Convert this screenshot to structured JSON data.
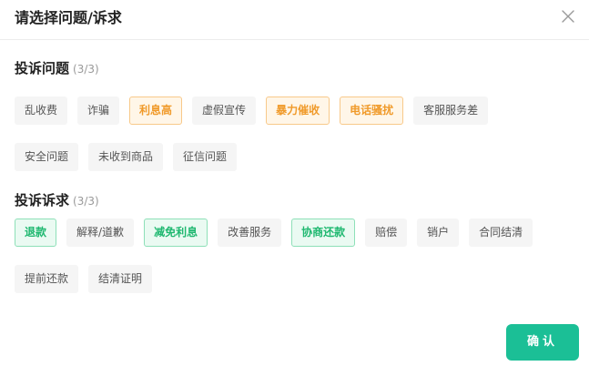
{
  "dialog": {
    "title": "请选择问题/诉求",
    "close_icon": "close-icon"
  },
  "issues": {
    "title": "投诉问题",
    "count": "(3/3)",
    "tags": [
      {
        "label": "乱收费",
        "selected": false
      },
      {
        "label": "诈骗",
        "selected": false
      },
      {
        "label": "利息高",
        "selected": true
      },
      {
        "label": "虚假宣传",
        "selected": false
      },
      {
        "label": "暴力催收",
        "selected": true
      },
      {
        "label": "电话骚扰",
        "selected": true
      },
      {
        "label": "客服服务差",
        "selected": false
      },
      {
        "label": "安全问题",
        "selected": false
      },
      {
        "label": "未收到商品",
        "selected": false
      },
      {
        "label": "征信问题",
        "selected": false
      }
    ]
  },
  "demands": {
    "title": "投诉诉求",
    "count": "(3/3)",
    "tags": [
      {
        "label": "退款",
        "selected": true
      },
      {
        "label": "解释/道歉",
        "selected": false
      },
      {
        "label": "减免利息",
        "selected": true
      },
      {
        "label": "改善服务",
        "selected": false
      },
      {
        "label": "协商还款",
        "selected": true
      },
      {
        "label": "赔偿",
        "selected": false
      },
      {
        "label": "销户",
        "selected": false
      },
      {
        "label": "合同结清",
        "selected": false
      },
      {
        "label": "提前还款",
        "selected": false
      },
      {
        "label": "结清证明",
        "selected": false
      }
    ]
  },
  "footer": {
    "confirm_label": "确认"
  },
  "colors": {
    "issue_selected": "#f09a2a",
    "demand_selected": "#1fb870",
    "confirm_bg": "#1bbf96"
  }
}
